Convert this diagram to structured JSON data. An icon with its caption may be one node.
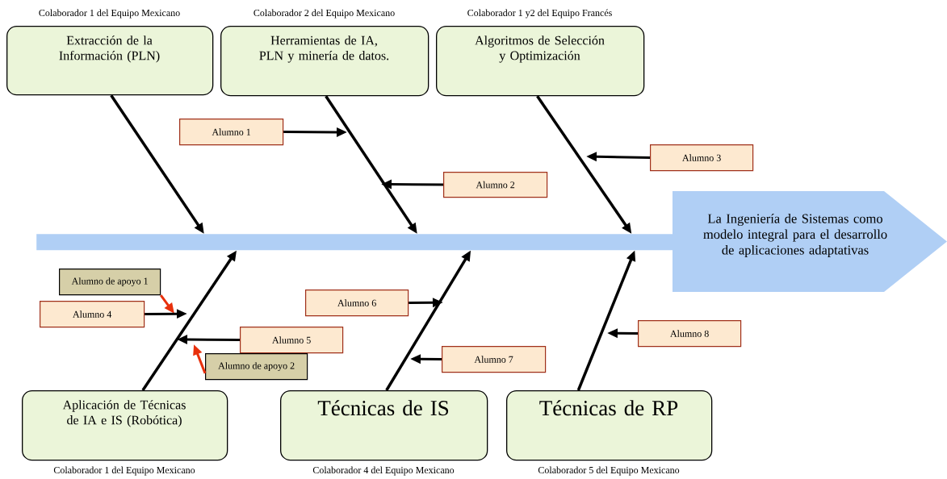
{
  "diagram": {
    "nodes": [
      {
        "text": [
          "Extracción de la Información (PLN)"
        ],
        "beside": [
          "Colaborador 1 del Equipo Mexicano"
        ]
      },
      {
        "text": [
          "Herramientas de IA, PLN y minería de datos."
        ],
        "beside": [
          "Colaborador 2 del Equipo Mexicano"
        ]
      },
      {
        "text": [
          "Algoritmos de Selección y Optimización"
        ],
        "beside": [
          "Colaborador 1 y2 del Equipo Francés"
        ]
      },
      {
        "text": [
          "Aplicación de Técnicas de IA e IS (Robótica)"
        ],
        "beside": [
          "Colaborador 1 del Equipo Mexicano"
        ]
      },
      {
        "text": [
          "Técnicas de IS"
        ],
        "beside": [
          "Colaborador 4 del Equipo Mexicano"
        ]
      },
      {
        "text": [
          "Técnicas de RP"
        ],
        "beside": [
          "Colaborador 5 del Equipo Mexicano"
        ]
      },
      {
        "text": [],
        "shape": "bar"
      },
      {
        "text": [
          "La Ingeniería de Sistemas como modelo integral para el desarrollo de aplicaciones adaptativas"
        ]
      },
      {
        "text": [
          "Alumno 1"
        ]
      },
      {
        "text": [
          "Alumno 2"
        ]
      },
      {
        "text": [
          "Alumno 3"
        ]
      },
      {
        "text": [
          "Alumno de apoyo 1"
        ]
      },
      {
        "text": [
          "Alumno 4"
        ]
      },
      {
        "text": [
          "Alumno 5"
        ]
      },
      {
        "text": [
          "Alumno de apoyo 2"
        ]
      },
      {
        "text": [
          "Alumno 6"
        ]
      },
      {
        "text": [
          "Alumno 7"
        ]
      },
      {
        "text": [
          "Alumno 8"
        ]
      }
    ],
    "edges": [
      {
        "from": 0,
        "to": 6,
        "arrow": "to"
      },
      {
        "from": 1,
        "to": 6,
        "arrow": "to"
      },
      {
        "from": 2,
        "to": 6,
        "arrow": "to"
      },
      {
        "from": 3,
        "to": 6,
        "arrow": "to"
      },
      {
        "from": 4,
        "to": 6,
        "arrow": "to"
      },
      {
        "from": 5,
        "to": 6,
        "arrow": "to"
      },
      {
        "from": 8,
        "to": null,
        "arrow": "to"
      },
      {
        "from": 9,
        "to": null,
        "arrow": "to"
      },
      {
        "from": 10,
        "to": null,
        "arrow": "to"
      },
      {
        "from": 11,
        "to": null,
        "arrow": "to",
        "color": "#e8300c"
      },
      {
        "from": 12,
        "to": null,
        "arrow": "to"
      },
      {
        "from": 13,
        "to": null,
        "arrow": "to"
      },
      {
        "from": 14,
        "to": null,
        "arrow": "to",
        "color": "#e8300c"
      },
      {
        "from": 15,
        "to": null,
        "arrow": "to"
      },
      {
        "from": 16,
        "to": null,
        "arrow": "to"
      },
      {
        "from": 17,
        "to": null,
        "arrow": "to"
      }
    ]
  }
}
